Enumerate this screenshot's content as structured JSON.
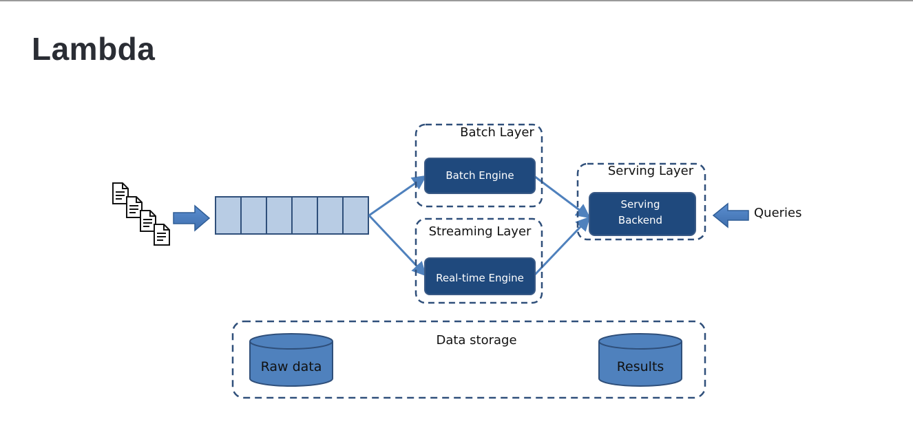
{
  "header": {
    "title": "Lambda"
  },
  "diagram": {
    "layers": {
      "batch": "Batch Layer",
      "streaming": "Streaming Layer",
      "serving": "Serving Layer",
      "storage": "Data storage"
    },
    "nodes": {
      "batch_engine": "Batch Engine",
      "realtime_engine": "Real-time Engine",
      "serving_backend_line1": "Serving",
      "serving_backend_line2": "Backend"
    },
    "queries_label": "Queries",
    "storage": {
      "raw_data": "Raw data",
      "results": "Results"
    },
    "colors": {
      "node_fill": "#1f497d",
      "arrow": "#4f81bd",
      "queue_fill": "#b8cce4",
      "border": "#3a5a86"
    }
  }
}
